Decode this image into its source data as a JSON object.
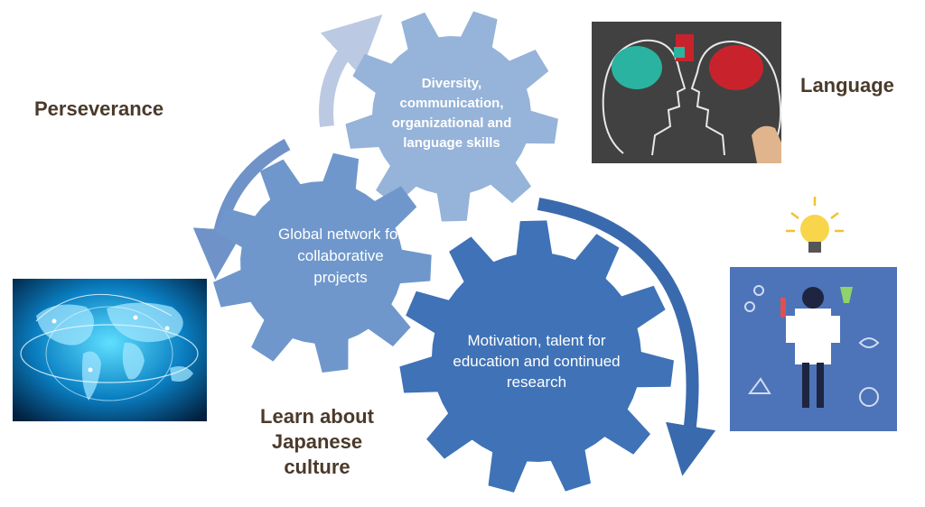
{
  "labels": {
    "perseverance": "Perseverance",
    "language": "Language",
    "culture": "Learn about Japanese culture"
  },
  "gears": {
    "top": "Diversity, communication, organizational and language skills",
    "left": "Global network for collaborative projects",
    "right": "Motivation, talent for education and continued research"
  },
  "pictures": {
    "language": "brain-puzzle-heads-icon",
    "world": "world-network-map-icon",
    "scientist": "scientist-with-lightbulb-icon"
  },
  "colors": {
    "gear_top": "#96b3d9",
    "gear_left": "#6f97cb",
    "gear_right": "#3f72b6",
    "arrow_light": "#bcc9e3",
    "arrow_mid": "#6f93c8",
    "arrow_dark": "#3a6aae",
    "label_text": "#4a3a2a"
  }
}
